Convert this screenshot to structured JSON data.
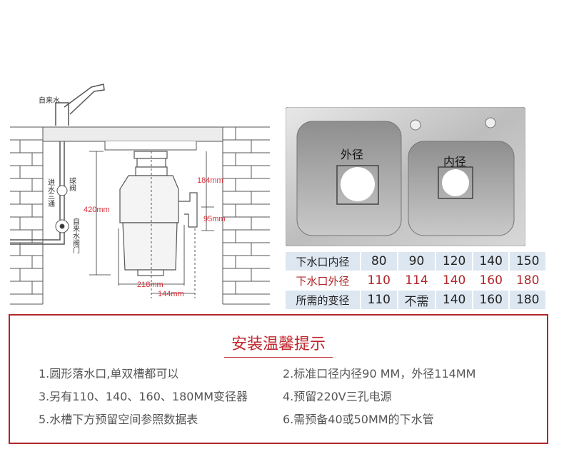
{
  "diagram": {
    "labels": {
      "tap_water": "自来水",
      "ball_valve": "球阀",
      "inlet_tee": "进水三通",
      "water_valve": "自来水阀门"
    },
    "dimensions": {
      "height": "420mm",
      "upper": "184mm",
      "outlet": "95mm",
      "width": "218mm",
      "offset": "144mm"
    }
  },
  "sink": {
    "outer_label": "外径",
    "inner_label": "内径"
  },
  "table": {
    "rows": [
      {
        "label": "下水口内径",
        "values": [
          "80",
          "90",
          "120",
          "140",
          "150"
        ]
      },
      {
        "label": "下水口外径",
        "values": [
          "110",
          "114",
          "140",
          "160",
          "180"
        ]
      },
      {
        "label": "所需的变径",
        "values": [
          "110",
          "不需",
          "140",
          "160",
          "180"
        ]
      }
    ]
  },
  "tips": {
    "title": "安装温馨提示",
    "items": [
      "1.圆形落水口,单双槽都可以",
      "2.标准口径内径90 MM，外径114MM",
      "3.另有110、140、160、180MM变径器",
      "4.预留220V三孔电源",
      "5.水槽下方预留空间参照数据表",
      "6.需预备40或50MM的下水管"
    ]
  },
  "colors": {
    "accent": "#c0262d",
    "table_bg": "#dde7f1"
  }
}
